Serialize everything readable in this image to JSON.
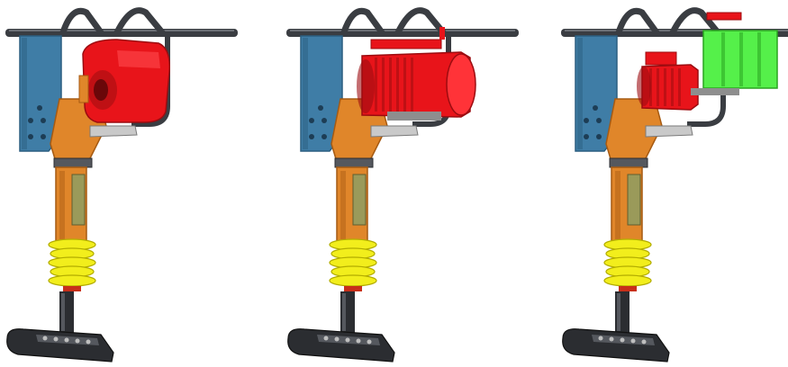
{
  "figure": {
    "panels": [
      {
        "id": "petrol-engine",
        "motor": "engine"
      },
      {
        "id": "electric-motor",
        "motor": "electric"
      },
      {
        "id": "battery-electric",
        "motor": "electric-small",
        "battery": true
      }
    ]
  },
  "colors": {
    "background": "#ffffff",
    "handle": "#3a3d42",
    "handle_highlight": "#8a8f96",
    "guard_plate": "#3f7da6",
    "guard_plate_dark": "#2c5f80",
    "body_orange": "#e0862a",
    "body_orange_dark": "#a65a12",
    "motor_red": "#e8141a",
    "motor_red_dark": "#9c0c10",
    "bellows_yellow": "#f2ee1c",
    "bellows_yellow_dark": "#b3ad00",
    "shoe_dark": "#2b2d31",
    "shoe_mid": "#55585e",
    "battery_green": "#55f04a",
    "battery_green_dark": "#2aa420",
    "olive_panel": "#9a9a5a"
  }
}
